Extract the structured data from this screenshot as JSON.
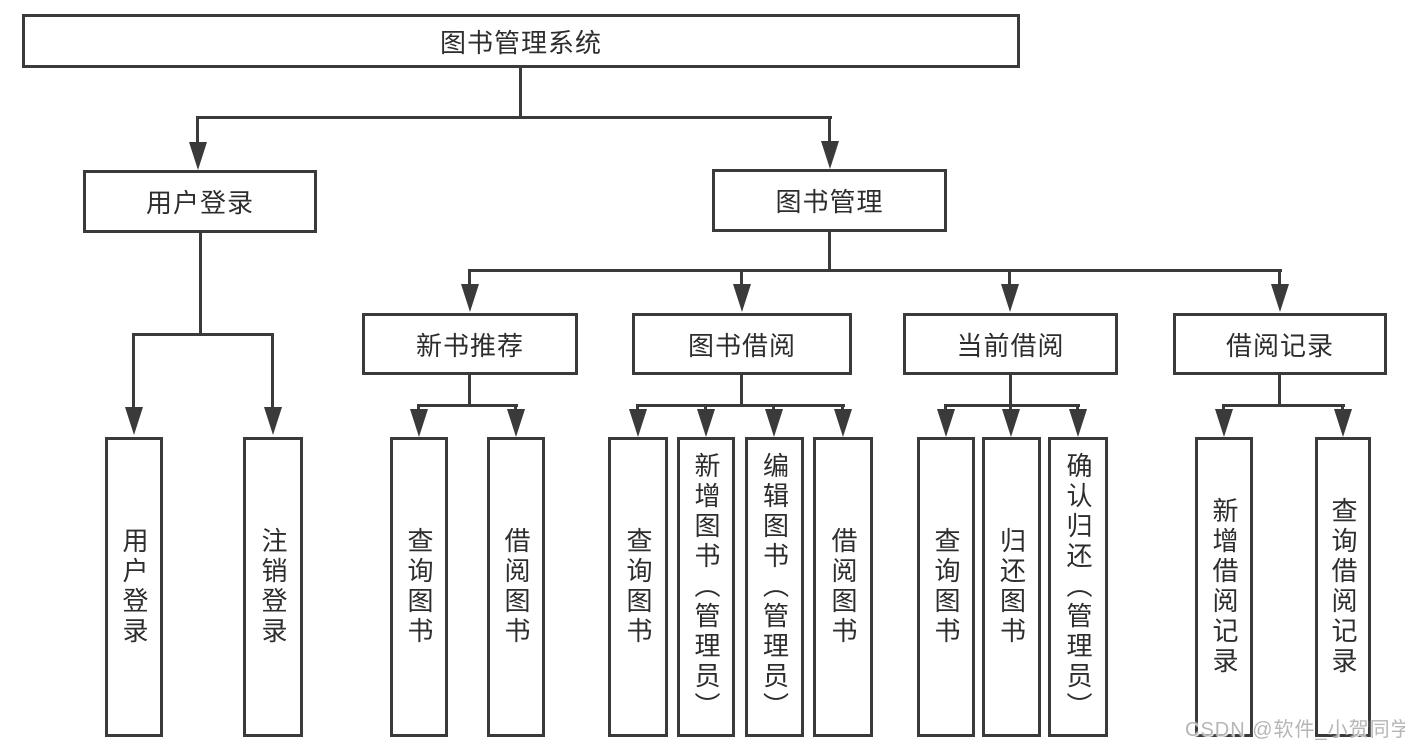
{
  "diagram": {
    "watermark": "CSDN @软件_小贺同学",
    "colors": {
      "line": "#3a3a3a",
      "border": "#3a3a3a",
      "text": "#2d2d2d",
      "watermark": "#b6b6b6",
      "background": "#ffffff"
    },
    "nodes": {
      "root": {
        "label": "图书管理系统"
      },
      "user_login": {
        "label": "用户登录"
      },
      "book_management": {
        "label": "图书管理"
      },
      "new_book_recommend": {
        "label": "新书推荐"
      },
      "book_borrowing": {
        "label": "图书借阅"
      },
      "current_borrowing": {
        "label": "当前借阅"
      },
      "borrowing_records": {
        "label": "借阅记录"
      },
      "leaf_user_login": {
        "label": "用户登录"
      },
      "leaf_logout": {
        "label": "注销登录"
      },
      "recommend_query_books": {
        "label": "查询图书"
      },
      "recommend_borrow_books": {
        "label": "借阅图书"
      },
      "borrow_query_books": {
        "label": "查询图书"
      },
      "borrow_add_books": {
        "label": "新增图书（管理员）"
      },
      "borrow_edit_books": {
        "label": "编辑图书（管理员）"
      },
      "borrow_borrow_books": {
        "label": "借阅图书"
      },
      "current_query_books": {
        "label": "查询图书"
      },
      "current_return_books": {
        "label": "归还图书"
      },
      "current_confirm_return": {
        "label": "确认归还（管理员）"
      },
      "records_add_record": {
        "label": "新增借阅记录"
      },
      "records_query_record": {
        "label": "查询借阅记录"
      }
    }
  }
}
